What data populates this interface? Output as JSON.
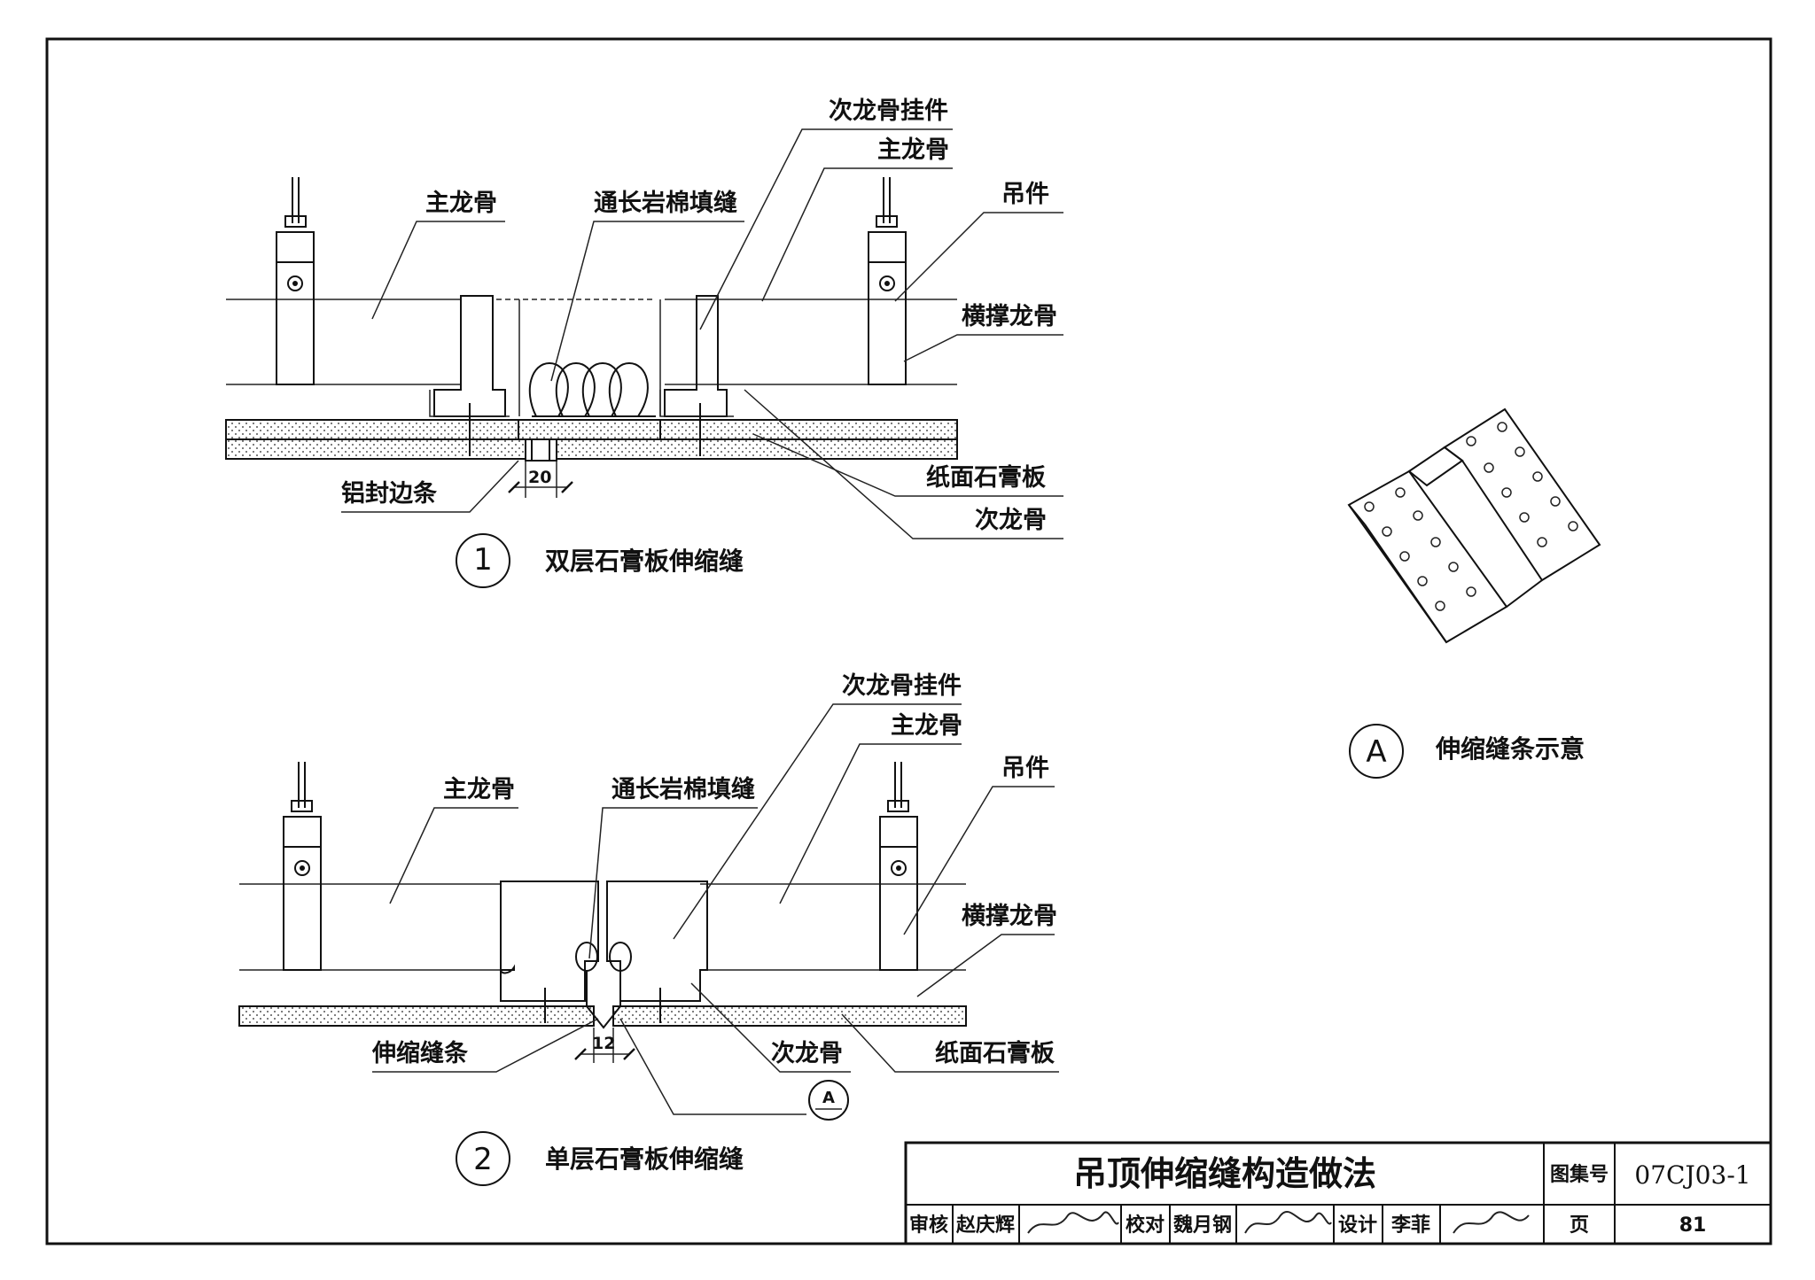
{
  "detail1": {
    "number": "1",
    "caption": "双层石膏板伸缩缝",
    "labels": {
      "main_keel_left": "主龙骨",
      "rock_wool": "通长岩棉填缝",
      "secondary_hanger": "次龙骨挂件",
      "main_keel_right": "主龙骨",
      "hanger": "吊件",
      "cross_keel": "横撑龙骨",
      "aluminum_strip": "铝封边条",
      "gypsum_board": "纸面石膏板",
      "secondary_keel": "次龙骨"
    },
    "dimension": "20"
  },
  "detail2": {
    "number": "2",
    "caption": "单层石膏板伸缩缝",
    "labels": {
      "main_keel_left": "主龙骨",
      "rock_wool": "通长岩棉填缝",
      "secondary_hanger": "次龙骨挂件",
      "main_keel_right": "主龙骨",
      "hanger": "吊件",
      "cross_keel": "横撑龙骨",
      "expansion_strip": "伸缩缝条",
      "secondary_keel": "次龙骨",
      "gypsum_board": "纸面石膏板"
    },
    "dimension": "12",
    "callout": "A"
  },
  "detailA": {
    "letter": "A",
    "caption": "伸缩缝条示意"
  },
  "title_block": {
    "title": "吊顶伸缩缝构造做法",
    "atlas_label": "图集号",
    "atlas_no": "07CJ03-1",
    "review_label": "审核",
    "reviewer": "赵庆辉",
    "check_label": "校对",
    "checker": "魏月钢",
    "design_label": "设计",
    "designer": "李菲",
    "page_label": "页",
    "page_no": "81"
  }
}
